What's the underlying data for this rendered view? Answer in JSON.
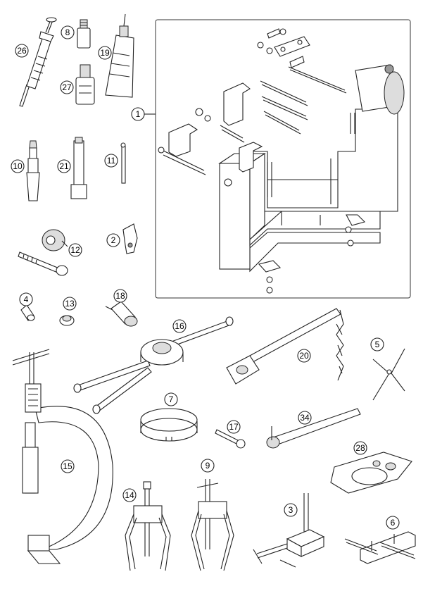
{
  "diagram": {
    "callouts": [
      {
        "id": "c1",
        "label": "1"
      },
      {
        "id": "c2",
        "label": "2"
      },
      {
        "id": "c3",
        "label": "3"
      },
      {
        "id": "c4",
        "label": "4"
      },
      {
        "id": "c5",
        "label": "5"
      },
      {
        "id": "c6",
        "label": "6"
      },
      {
        "id": "c7",
        "label": "7"
      },
      {
        "id": "c8",
        "label": "8"
      },
      {
        "id": "c9",
        "label": "9"
      },
      {
        "id": "c10",
        "label": "10"
      },
      {
        "id": "c11",
        "label": "11"
      },
      {
        "id": "c12",
        "label": "12"
      },
      {
        "id": "c13",
        "label": "13"
      },
      {
        "id": "c14",
        "label": "14"
      },
      {
        "id": "c15",
        "label": "15"
      },
      {
        "id": "c16",
        "label": "16"
      },
      {
        "id": "c17",
        "label": "17"
      },
      {
        "id": "c18",
        "label": "18"
      },
      {
        "id": "c19",
        "label": "19"
      },
      {
        "id": "c20",
        "label": "20"
      },
      {
        "id": "c21",
        "label": "21"
      },
      {
        "id": "c26",
        "label": "26"
      },
      {
        "id": "c27",
        "label": "27"
      },
      {
        "id": "c28",
        "label": "28"
      },
      {
        "id": "c34",
        "label": "34"
      }
    ]
  }
}
